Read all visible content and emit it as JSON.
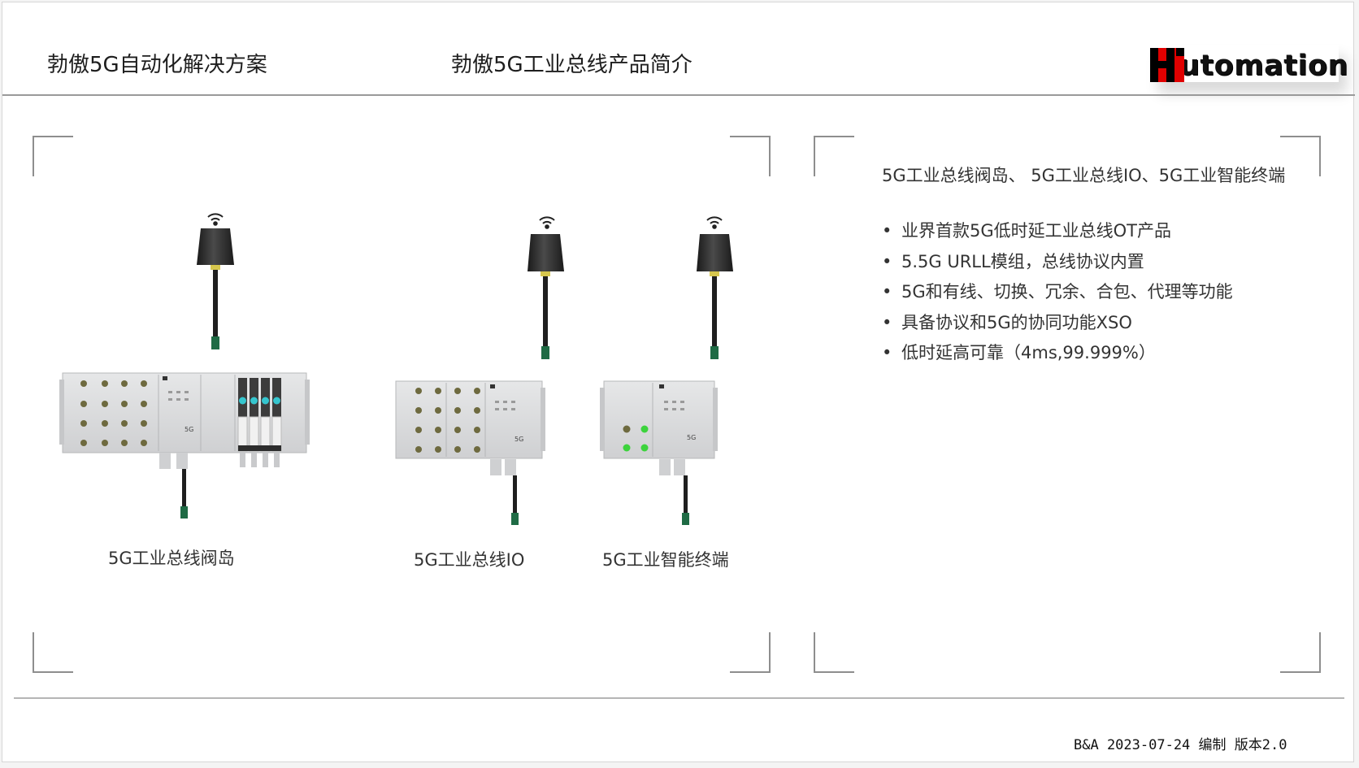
{
  "header": {
    "deck_title": "勃傲5G自动化解决方案",
    "slide_title": "勃傲5G工业总线产品简介",
    "logo_text": "utomation"
  },
  "products": [
    {
      "name": "5G工业总线阀岛"
    },
    {
      "name": "5G工业总线IO"
    },
    {
      "name": "5G工业智能终端"
    }
  ],
  "details": {
    "heading": "5G工业总线阀岛、 5G工业总线IO、5G工业智能终端",
    "features": [
      "业界首款5G低时延工业总线OT产品",
      "5.5G URLL模组，总线协议内置",
      "5G和有线、切换、冗余、合包、代理等功能",
      "具备协议和5G的协同功能XSO",
      "低时延高可靠（4ms,99.999%）"
    ]
  },
  "footer": {
    "text": "B&A 2023-07-24 编制 版本2.0"
  },
  "colors": {
    "logo_red": "#e00000",
    "antenna": "#2b2b2b",
    "connector_green": "#1f6b45",
    "led_cyan": "#35c6cf",
    "led_green": "#3cd33c",
    "module_gray": "#d9dadb"
  },
  "icons": [
    "wifi-icon",
    "antenna-icon",
    "5g-mark-icon"
  ]
}
